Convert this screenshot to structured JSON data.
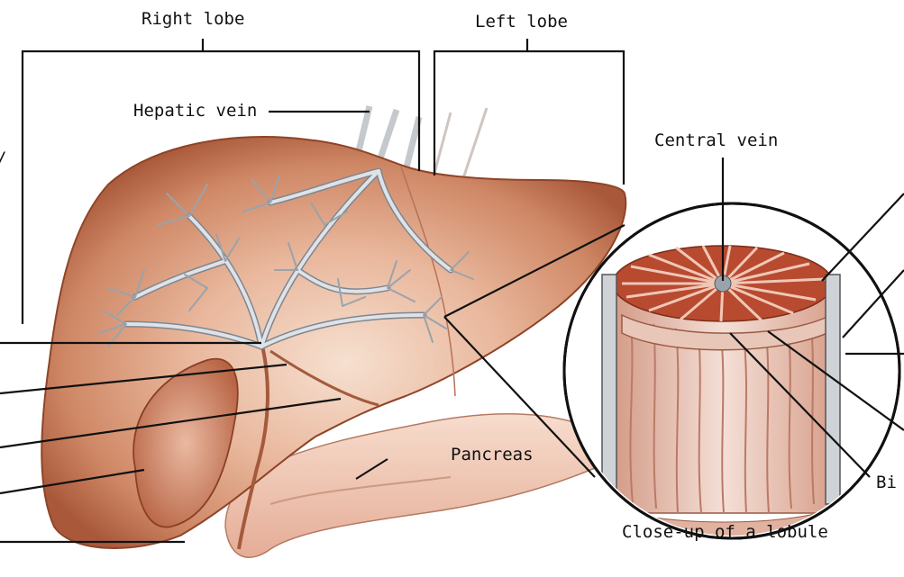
{
  "labels": {
    "right_lobe": "Right lobe",
    "left_lobe": "Left lobe",
    "hepatic_vein": "Hepatic vein",
    "central_vein": "Central vein",
    "pancreas": "Pancreas",
    "closeup_caption": "Close-up of a lobule",
    "cropped_bile": "Bi",
    "cropped_left_fragment": "/"
  },
  "colors": {
    "liver_base": "#cf8866",
    "liver_dark": "#a5502e",
    "liver_light": "#f3d6c3",
    "pancreas": "#f0c9b8",
    "vessels": "#bfc3c8",
    "lobule_red": "#b84a30",
    "lobule_pink": "#e6c2b2"
  }
}
